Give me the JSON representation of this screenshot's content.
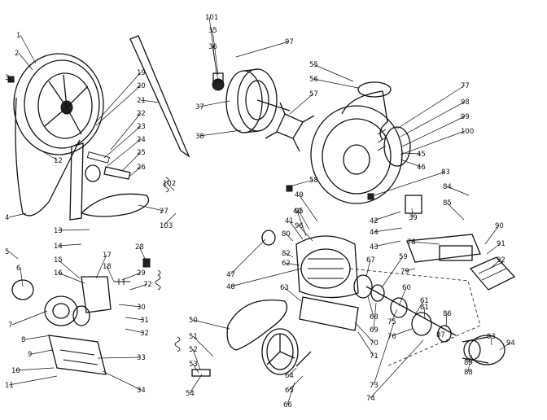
{
  "callouts": [
    "1",
    "2",
    "3",
    "4",
    "5",
    "6",
    "7",
    "8",
    "9",
    "10",
    "11",
    "12",
    "13",
    "14",
    "15",
    "16",
    "17",
    "18",
    "19",
    "20",
    "21",
    "22",
    "23",
    "24",
    "25",
    "26",
    "27",
    "28",
    "29",
    "30",
    "31",
    "32",
    "33",
    "34",
    "35",
    "36",
    "37",
    "38",
    "39",
    "40",
    "41",
    "42",
    "43",
    "44",
    "45",
    "46",
    "47",
    "48",
    "49",
    "50",
    "51",
    "52",
    "53",
    "54",
    "55",
    "56",
    "57",
    "58",
    "59",
    "60",
    "61",
    "62",
    "63",
    "64",
    "65",
    "66",
    "67",
    "68",
    "69",
    "70",
    "71",
    "72",
    "73",
    "74",
    "75",
    "76",
    "77",
    "78",
    "79",
    "80",
    "81",
    "82",
    "83",
    "84",
    "85",
    "86",
    "87",
    "88",
    "89",
    "90",
    "91",
    "92",
    "93",
    "94",
    "95",
    "96",
    "97",
    "98",
    "99",
    "100",
    "101",
    "102",
    "103"
  ]
}
